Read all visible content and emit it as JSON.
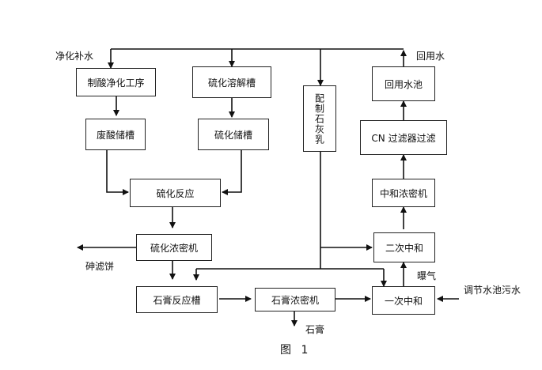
{
  "nodes": {
    "acid_purify": "制酸净化工序",
    "sulfide_dissolve": "硫化溶解槽",
    "lime_prep": "配制石灰乳",
    "return_pool": "回用水池",
    "waste_acid_tank": "废酸储槽",
    "sulfide_storage": "硫化储槽",
    "cn_filter": "CN 过滤器过滤",
    "sulfide_reaction": "硫化反应",
    "neutral_thickener": "中和浓密机",
    "sulfide_thickener": "硫化浓密机",
    "secondary_neutral": "二次中和",
    "gypsum_reaction": "石膏反应槽",
    "gypsum_thickener": "石膏浓密机",
    "primary_neutral": "一次中和"
  },
  "labels": {
    "purified_water": "净化补水",
    "reuse_water": "回用水",
    "arsenic_cake": "砷滤饼",
    "aeration": "曝气",
    "wastewater_in": "调节水池污水",
    "gypsum_out": "石膏",
    "caption": "图 1"
  }
}
